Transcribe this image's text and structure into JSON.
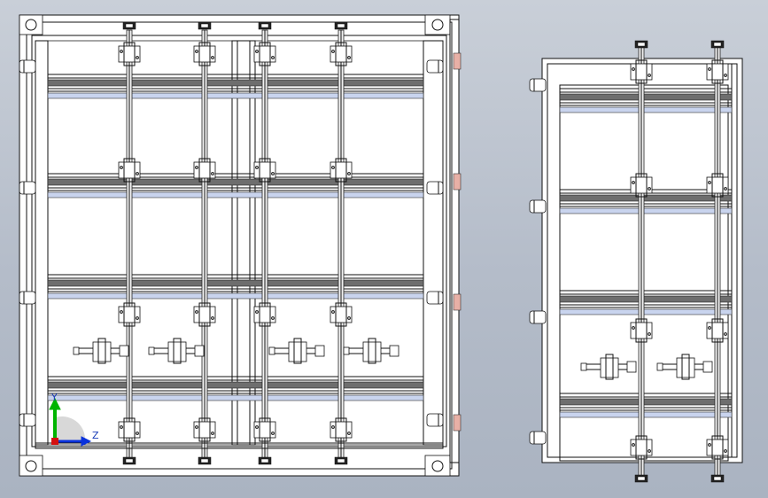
{
  "triad": {
    "y_label": "Y",
    "z_label": "Z",
    "colors": {
      "y": "#00b400",
      "z": "#0a32dc",
      "x": "#d41010"
    }
  },
  "views": [
    {
      "name": "container-door-end-view",
      "doors": 2,
      "rods_per_door": 2,
      "horizontal_rails": 4
    },
    {
      "name": "container-side-door-view",
      "doors": 1,
      "rods_per_door": 2,
      "horizontal_rails": 4
    }
  ]
}
